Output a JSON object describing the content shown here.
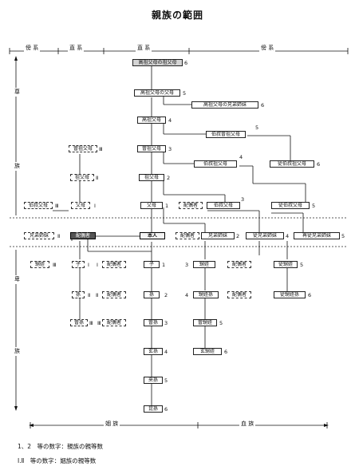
{
  "title": "親族の範囲",
  "header_top": {
    "left_collateral": "傍 系",
    "left_direct": "直 系",
    "direct": "直 系",
    "right_collateral": "傍 系"
  },
  "side_labels": {
    "upper1": "尊",
    "upper2": "族",
    "lower1": "卑",
    "lower2": "族"
  },
  "bottom_header": {
    "affinity": "姻 族",
    "blood": "血 族"
  },
  "relatives": {
    "koso_sofubo_sofubo": "高祖父母の祖父母",
    "koso_fubo_fubo": "高祖父母の父母",
    "koso_fubo_kyodai": "高祖父母の兄弟姉妹",
    "kosofubo": "高祖父母",
    "hakushuku_sofubo": "伯叔曽祖父母",
    "sosofubo": "曽祖父母",
    "hakushuku_sofubo2": "伯叔祖父母",
    "ju_hakushuku_sofubo": "従伯叔祖父母",
    "sofubo": "祖父母",
    "fubo": "父母",
    "spouse_par": "配偶者",
    "hakushuku_fubo": "伯叔父母",
    "ju_hakushuku_fubo": "従伯叔父母",
    "ego_spouse": "配偶者",
    "self": "本人",
    "spouse_sib": "配偶者",
    "kyodai": "兄弟姉妹",
    "ju_kyodai": "従兄弟姉妹",
    "saiju_kyodai": "再従兄弟姉妹",
    "ko": "子",
    "ko_spouse": "配偶者",
    "oimei": "甥姪",
    "oimei_spouse": "配偶者",
    "ju_oimei": "従甥姪",
    "mago": "孫",
    "mago_spouse": "配偶者",
    "oimei_mago": "甥姪孫",
    "oimei_mago_spouse": "配偶者",
    "ju_oimei_mago": "従甥姪孫",
    "himago": "曽孫",
    "himago_spouse": "配偶者",
    "so_oimei": "曽甥姪",
    "genson": "玄孫",
    "gen_oimei": "玄甥姪",
    "raison": "来孫",
    "konson": "昆孫"
  },
  "affinal": {
    "s_sosofubo": "曽祖父母",
    "s_sofubo": "祖父母",
    "s_fubo": "父母",
    "s_hakushuku": "伯叔父母",
    "s_kyodai": "兄弟姉妹",
    "s_oimei": "甥姪",
    "s_ko": "子",
    "s_mago": "孫",
    "s_himago": "曽孫"
  },
  "degrees": {
    "koso_sofubo_sofubo": "6",
    "koso_fubo_fubo": "5",
    "koso_fubo_kyodai": "6",
    "kosofubo": "4",
    "hakushuku_sofubo": "5",
    "sosofubo": "3",
    "hakushuku_sofubo2": "4",
    "ju_hakushuku_sofubo": "6",
    "sofubo": "2",
    "fubo": "1",
    "hakushuku_fubo": "3",
    "ju_hakushuku_fubo": "5",
    "kyodai": "2",
    "ju_kyodai": "4",
    "saiju_kyodai": "5",
    "ko": "1",
    "oimei_pre": "3",
    "ju_oimei": "5",
    "mago": "2",
    "oimei_mago_pre": "4",
    "ju_oimei_mago": "6",
    "himago": "3",
    "so_oimei": "5",
    "genson": "4",
    "gen_oimei": "6",
    "raison": "5",
    "konson": "6",
    "a_sosofubo": "Ⅲ",
    "a_sofubo": "Ⅱ",
    "a_fubo": "Ⅰ",
    "a_hakushuku": "Ⅲ",
    "a_kyodai": "Ⅱ",
    "a_oimei": "Ⅲ",
    "a_ko": "Ⅰ",
    "a_ko_sp": "Ⅰ",
    "a_mago": "Ⅱ",
    "a_mago_sp": "Ⅱ",
    "a_himago": "Ⅲ",
    "a_himago_sp": "Ⅲ"
  },
  "legend": {
    "line1": "1、2　等の数字：親族の親等数",
    "line2": "Ⅰ.Ⅱ　等の数字：姻族の親等数"
  }
}
